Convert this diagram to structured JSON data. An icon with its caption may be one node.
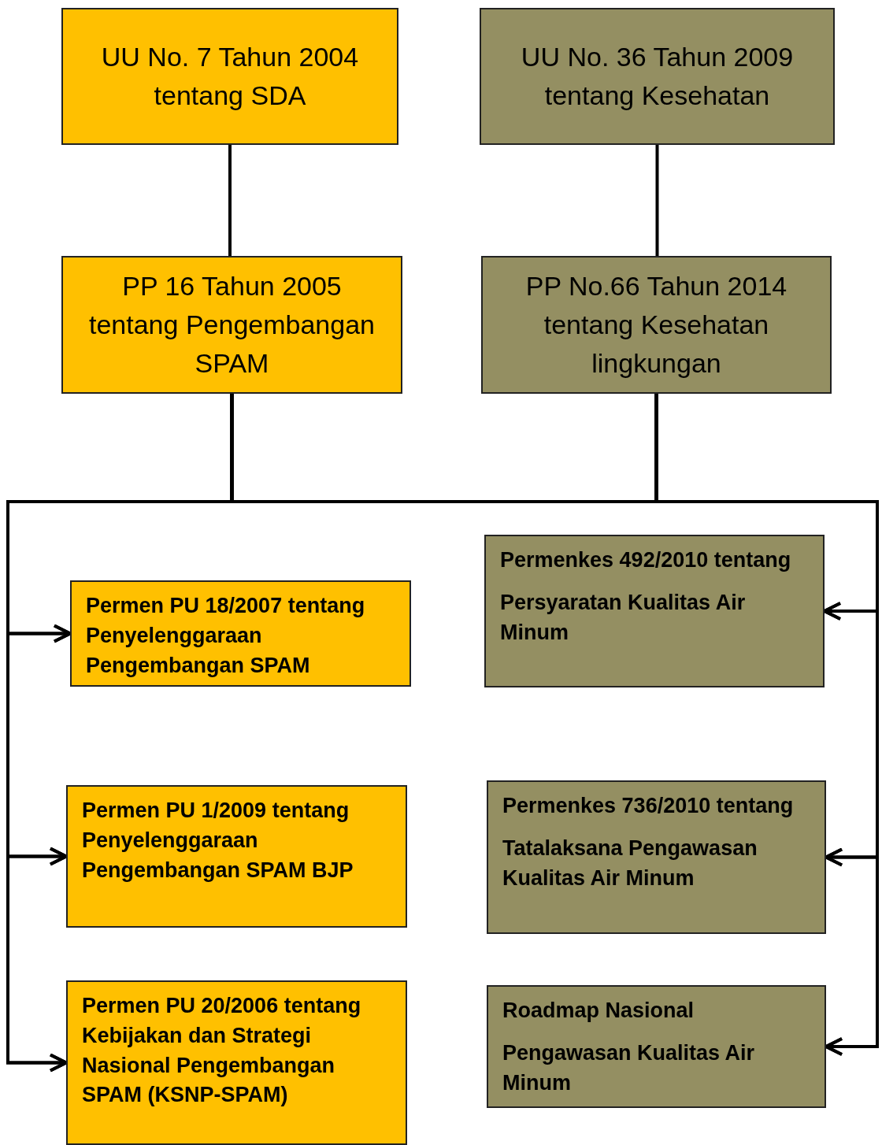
{
  "diagram": {
    "nodes": [
      {
        "text": [
          "UU No. 7 Tahun 2004 tentang SDA"
        ]
      },
      {
        "text": [
          "UU No. 36 Tahun 2009 tentang Kesehatan"
        ]
      },
      {
        "text": [
          "PP 16 Tahun 2005 tentang Pengembangan SPAM"
        ]
      },
      {
        "text": [
          "PP No.66 Tahun 2014 tentang Kesehatan lingkungan"
        ]
      },
      {
        "text": [
          "Permen PU 18/2007 tentang Penyelenggaraan Pengembangan SPAM"
        ]
      },
      {
        "text": [
          "Permenkes 492/2010 tentang",
          "Persyaratan Kualitas Air Minum"
        ]
      },
      {
        "text": [
          "Permen PU 1/2009 tentang Penyelenggaraan Pengembangan SPAM BJP"
        ]
      },
      {
        "text": [
          "Permenkes 736/2010 tentang",
          "Tatalaksana Pengawasan Kualitas Air Minum"
        ]
      },
      {
        "text": [
          "Permen PU 20/2006 tentang Kebijakan dan Strategi Nasional Pengembangan SPAM (KSNP-SPAM)"
        ]
      },
      {
        "text": [
          "Roadmap Nasional",
          "Pengawasan Kualitas Air Minum"
        ]
      }
    ],
    "edges": [
      {
        "from": 0,
        "to": 2,
        "arrow": "none"
      },
      {
        "from": 1,
        "to": 3,
        "arrow": "none"
      },
      {
        "from": 2,
        "to": 4,
        "arrow": "to"
      },
      {
        "from": 2,
        "to": 6,
        "arrow": "to"
      },
      {
        "from": 2,
        "to": 8,
        "arrow": "to"
      },
      {
        "from": 2,
        "to": 5,
        "arrow": "to"
      },
      {
        "from": 2,
        "to": 7,
        "arrow": "to"
      },
      {
        "from": 2,
        "to": 9,
        "arrow": "to"
      },
      {
        "from": 3,
        "to": 4,
        "arrow": "to"
      },
      {
        "from": 3,
        "to": 6,
        "arrow": "to"
      },
      {
        "from": 3,
        "to": 8,
        "arrow": "to"
      },
      {
        "from": 3,
        "to": 5,
        "arrow": "to"
      },
      {
        "from": 3,
        "to": 7,
        "arrow": "to"
      },
      {
        "from": 3,
        "to": 9,
        "arrow": "to"
      }
    ]
  }
}
